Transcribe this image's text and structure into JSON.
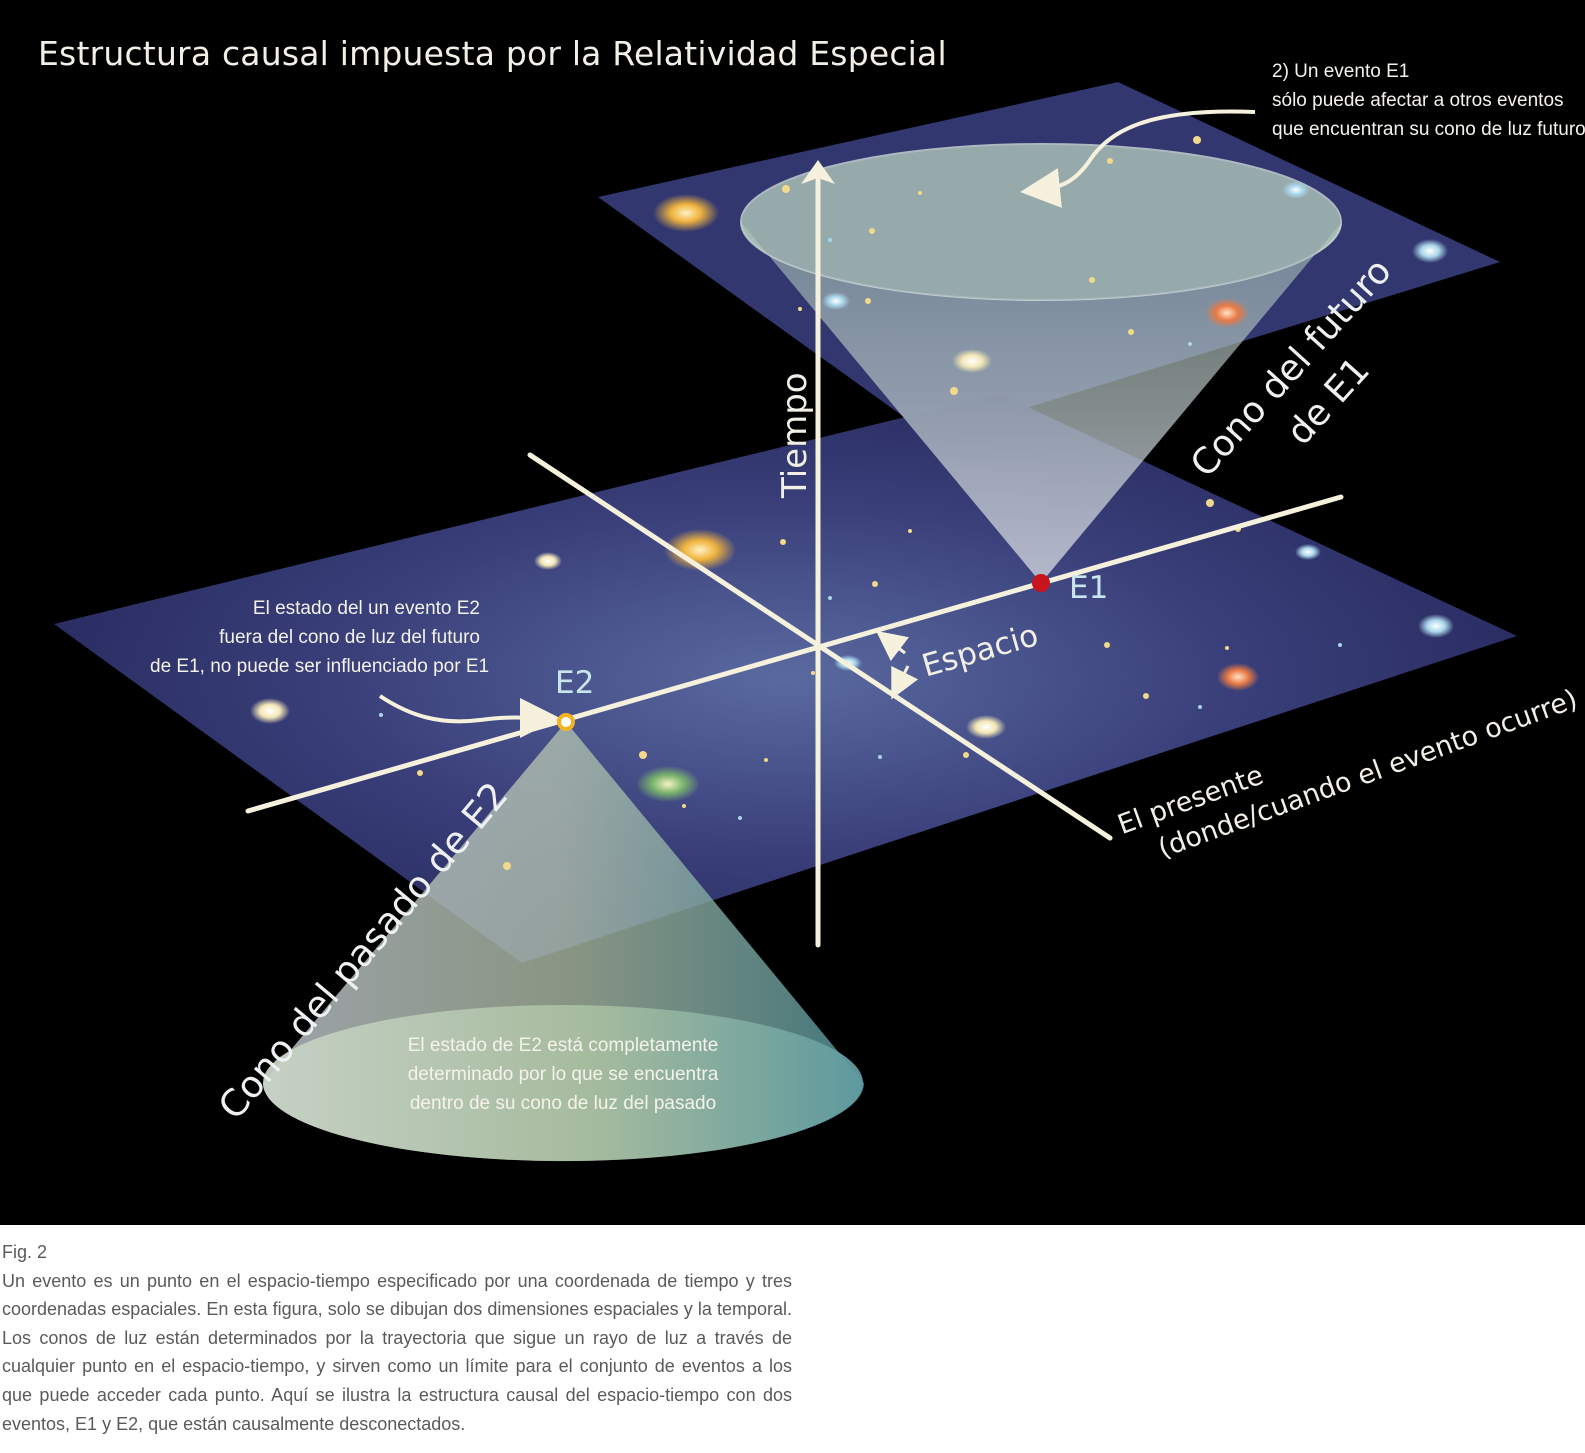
{
  "title": "Estructura causal impuesta por la Relatividad Especial",
  "note_top": [
    "2) Un evento E1",
    "sólo puede afectar a otros eventos",
    "que encuentran su cono de luz futuro"
  ],
  "note_left": [
    "El estado del un evento E2",
    "fuera del cono de luz del futuro",
    "de E1, no puede ser influenciado por E1"
  ],
  "note_bottom": [
    "El estado de E2 está completamente",
    "determinado por lo que se encuentra",
    "dentro de su cono de luz del pasado"
  ],
  "labels": {
    "tiempo": "Tiempo",
    "espacio": "Espacio",
    "e1": "E1",
    "e2": "E2",
    "future_cone": [
      "Cono del futuro",
      "de E1"
    ],
    "past_cone": "Cono del pasado de E2",
    "present": [
      "El presente",
      "(donde/cuando el evento ocurre)"
    ]
  },
  "colors": {
    "background": "#000000",
    "plane": "#33386e",
    "cone": "#b9cdb8",
    "axis": "#f6f1dc",
    "e1_point": "#c8141c",
    "e2_point": "#f2b321"
  },
  "caption": {
    "fig": "Fig. 2",
    "text": "Un evento es un punto en el espacio-tiempo especificado por una coordenada de tiempo y tres coordenadas espaciales. En esta figura, solo se dibujan dos dimensiones espaciales y la temporal. Los conos de luz están determinados por la trayectoria que sigue un rayo de luz a través de cualquier punto en el espacio-tiempo, y sirven como un límite para el conjunto de eventos a los que puede acceder cada punto. Aquí se ilustra la estructura causal del espacio-tiempo con dos eventos, E1 y E2, que están causalmente desconectados."
  }
}
